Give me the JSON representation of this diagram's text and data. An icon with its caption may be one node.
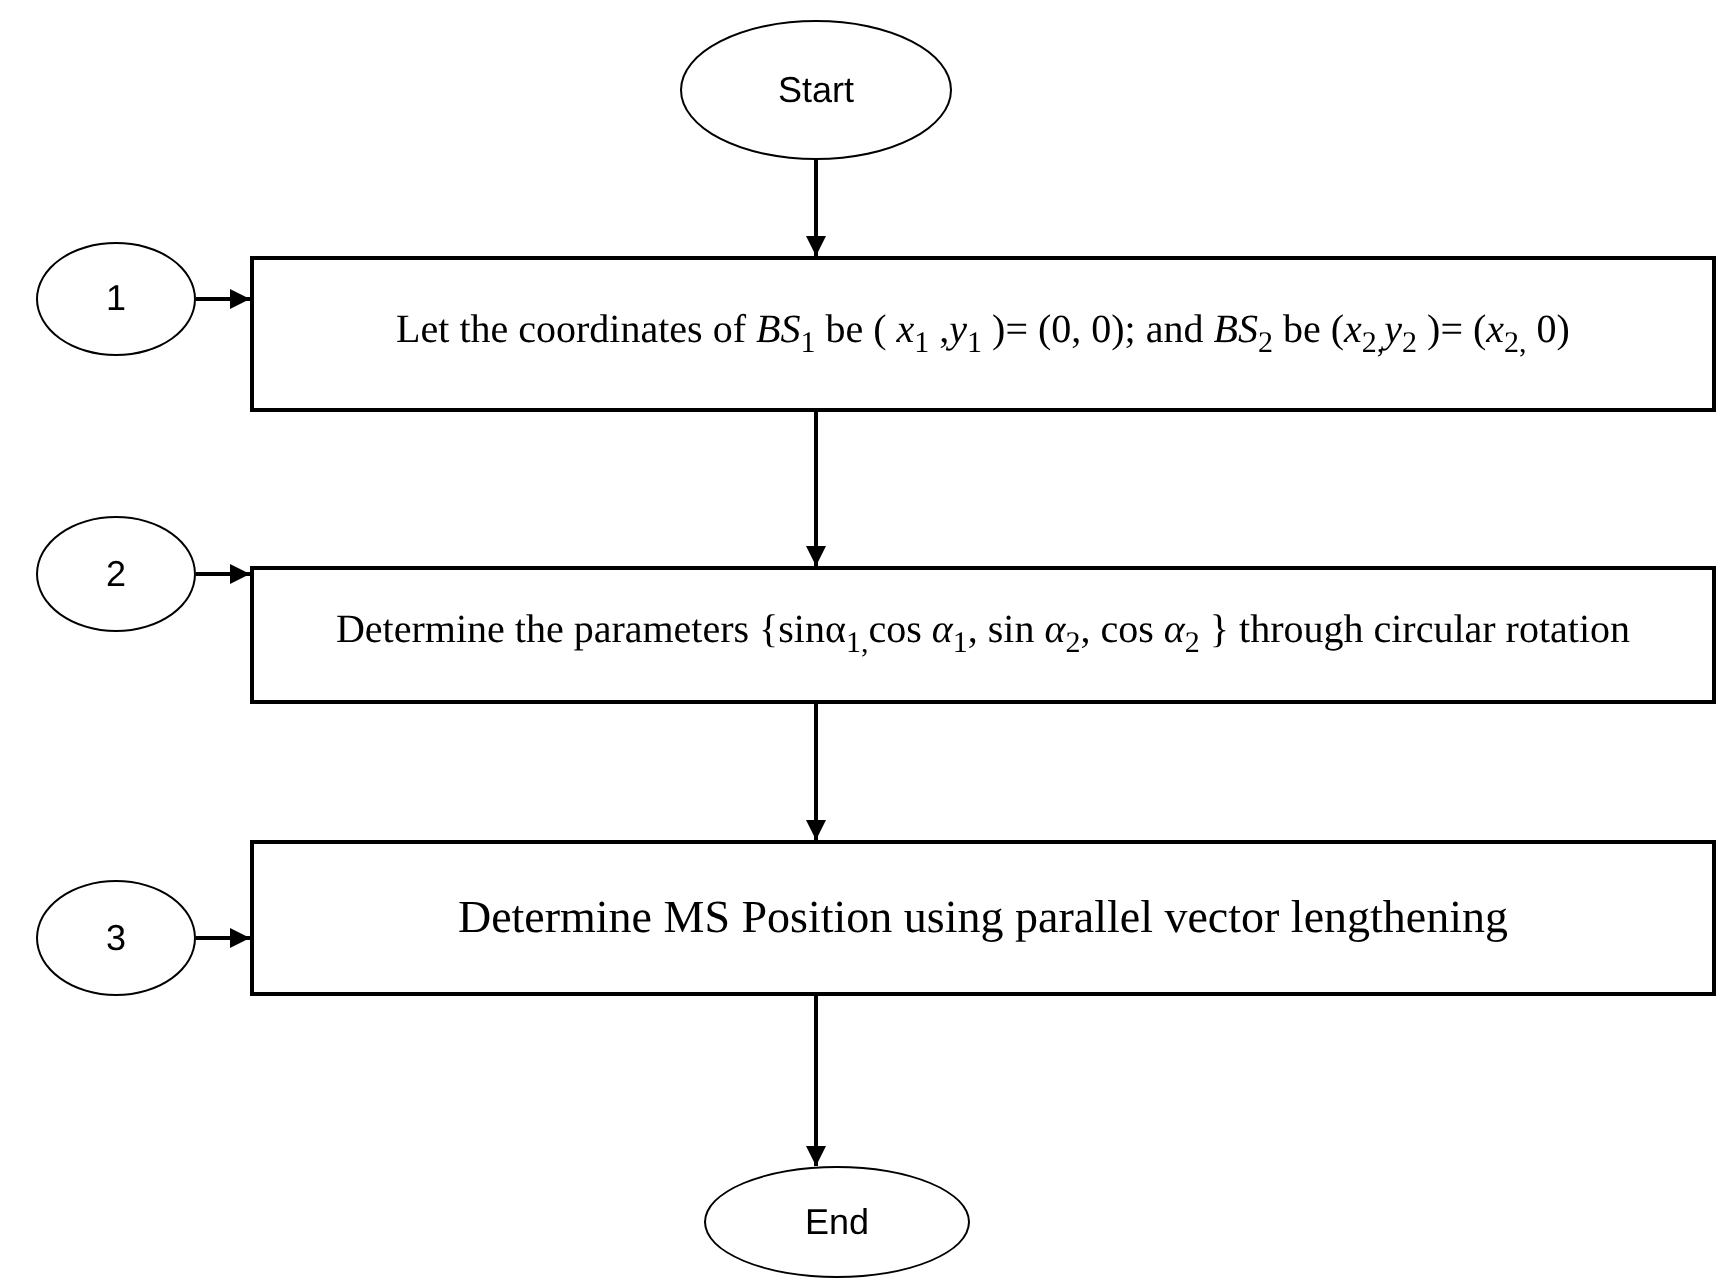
{
  "diagram": {
    "nodes": [
      {
        "text": [
          "Start"
        ]
      },
      {
        "text": [
          "1"
        ]
      },
      {
        "text": [
          "Let the coordinates of *BS*$_{1}$ be ( *x*$_{1}$ ,*y*$_{1}$ )= (0, 0); and *BS*$_{2}$ be (*x*$_{2,}$*y*$_{2}$ )= (*x*$_{2,}$ 0)"
        ]
      },
      {
        "text": [
          "2"
        ]
      },
      {
        "text": [
          "Determine the parameters {sinα$_{1,}$cos *α*$_{1}$, sin *α*$_{2}$, cos *α*$_{2}$ } through circular rotation"
        ]
      },
      {
        "text": [
          "3"
        ]
      },
      {
        "text": [
          "Determine MS Position using parallel vector lengthening"
        ]
      },
      {
        "text": [
          "End"
        ]
      }
    ],
    "edges": [
      {
        "from": 0,
        "to": 2,
        "arrow": "to"
      },
      {
        "from": 1,
        "to": 2,
        "arrow": "to"
      },
      {
        "from": 2,
        "to": 4,
        "arrow": "to"
      },
      {
        "from": 3,
        "to": 4,
        "arrow": "to"
      },
      {
        "from": 4,
        "to": 6,
        "arrow": "to"
      },
      {
        "from": 5,
        "to": 6,
        "arrow": "to"
      },
      {
        "from": 6,
        "to": 7,
        "arrow": "to"
      }
    ]
  }
}
